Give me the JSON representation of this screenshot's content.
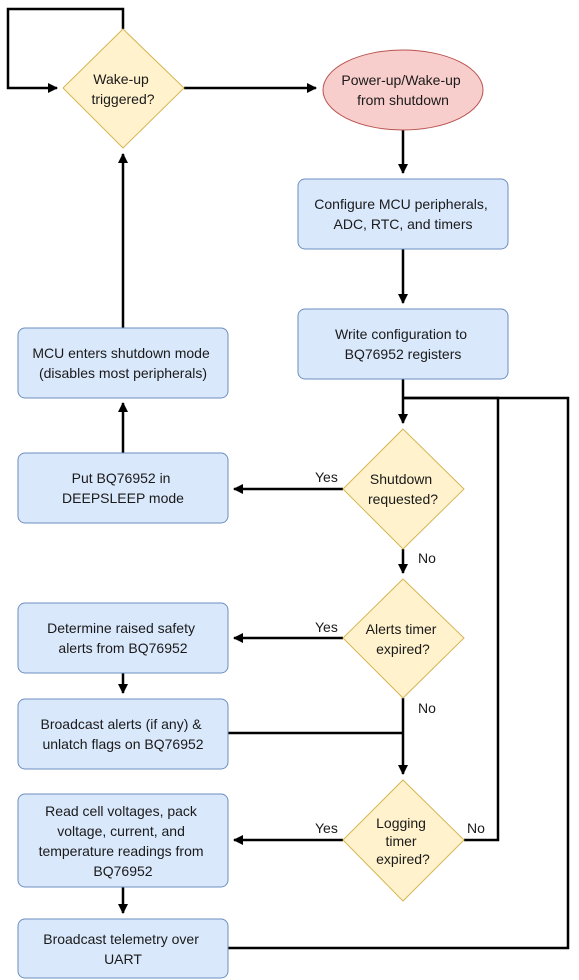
{
  "colors": {
    "process_fill": "#dae8fc",
    "process_stroke": "#6c8ebf",
    "decision_fill": "#fff2cc",
    "decision_stroke": "#d6b656",
    "terminal_fill": "#f8cecc",
    "terminal_stroke": "#b85450",
    "edge": "#000000"
  },
  "nodes": {
    "wake_up_triggered": [
      "Wake-up",
      "triggered?"
    ],
    "power_up": [
      "Power-up/Wake-up",
      "from shutdown"
    ],
    "configure_mcu": [
      "Configure MCU peripherals,",
      "ADC, RTC, and timers"
    ],
    "write_config": [
      "Write configuration to",
      "BQ76952 registers"
    ],
    "mcu_shutdown": [
      "MCU enters shutdown mode",
      "(disables most peripherals)"
    ],
    "put_deepsleep": [
      "Put BQ76952 in",
      "DEEPSLEEP mode"
    ],
    "shutdown_requested": [
      "Shutdown",
      "requested?"
    ],
    "determine_alerts": [
      "Determine raised safety",
      "alerts from BQ76952"
    ],
    "alerts_timer": [
      "Alerts timer",
      "expired?"
    ],
    "broadcast_alerts": [
      "Broadcast alerts (if any) &",
      "unlatch flags on BQ76952"
    ],
    "read_cells": [
      "Read cell voltages, pack",
      "voltage, current, and",
      "temperature readings from",
      "BQ76952"
    ],
    "logging_timer": [
      "Logging",
      "timer",
      "expired?"
    ],
    "broadcast_telemetry": [
      "Broadcast telemetry over",
      "UART"
    ]
  },
  "labels": {
    "yes_shutdown": "Yes",
    "no_shutdown": "No",
    "yes_alerts": "Yes",
    "no_alerts": "No",
    "yes_logging": "Yes",
    "no_logging": "No"
  }
}
